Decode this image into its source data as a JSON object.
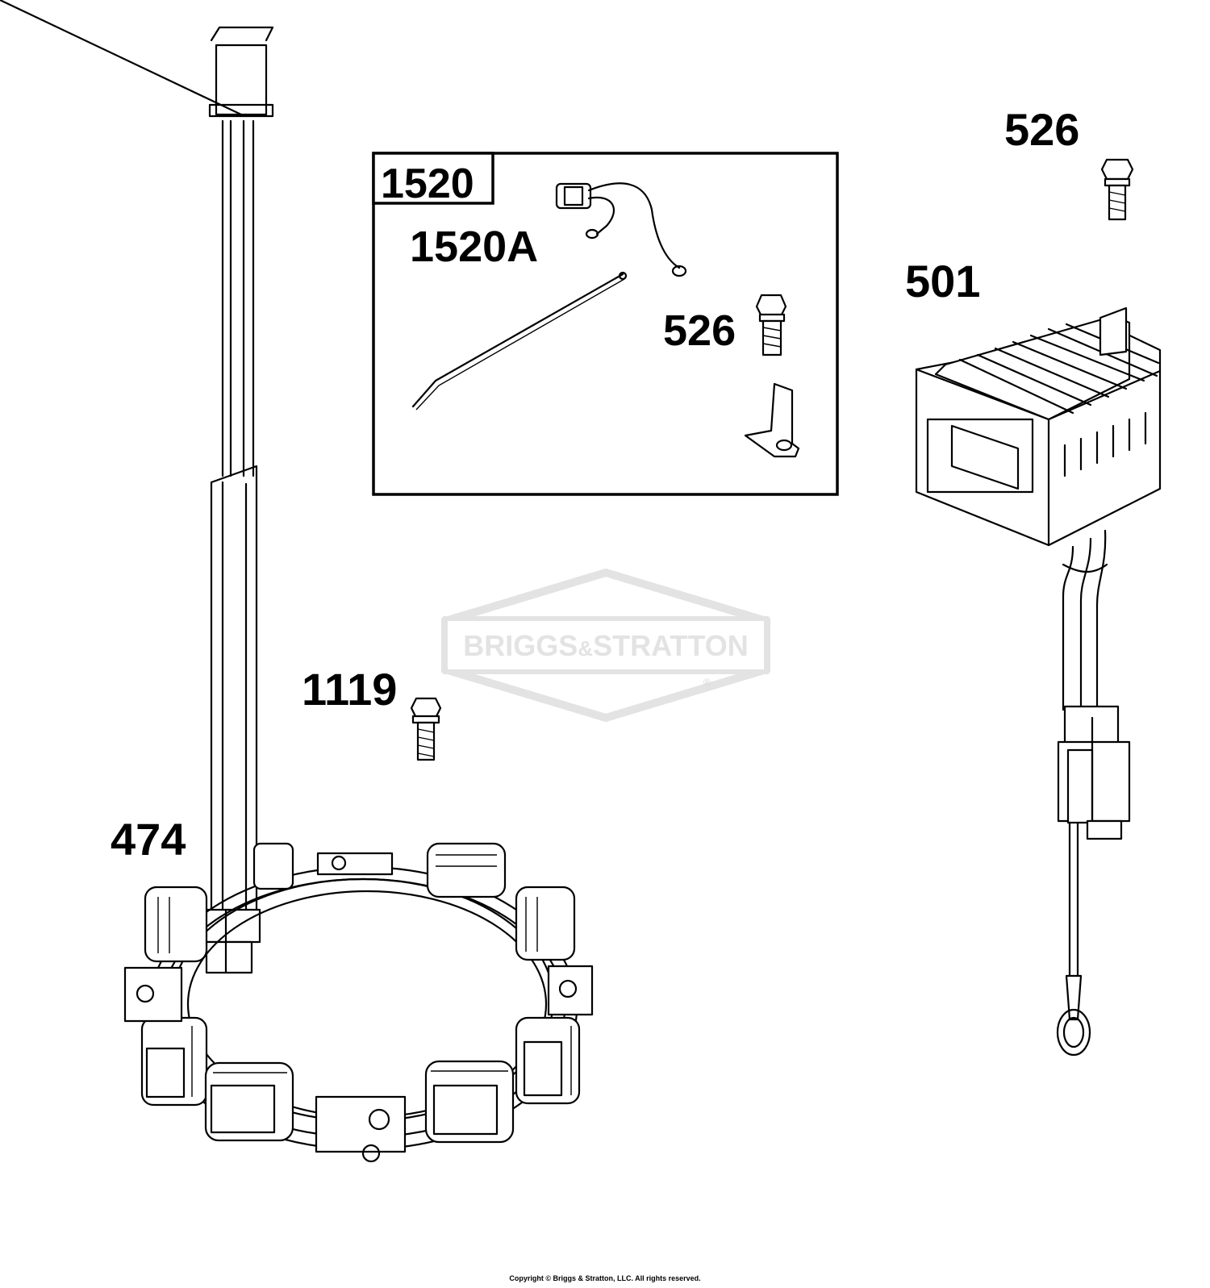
{
  "callouts": {
    "stator": "474",
    "kit_box": "1520",
    "kit_sensor": "1520A",
    "kit_screw": "526",
    "screw_top_right": "526",
    "regulator": "501",
    "screw_center": "1119"
  },
  "watermark": {
    "text_left": "BRIGGS",
    "ampersand": "&",
    "text_right": "STRATTON",
    "registered": "®"
  },
  "copyright": "Copyright © Briggs & Stratton, LLC. All rights reserved.",
  "colors": {
    "line": "#000000",
    "watermark": "#e3e3e3",
    "background": "#ffffff"
  }
}
